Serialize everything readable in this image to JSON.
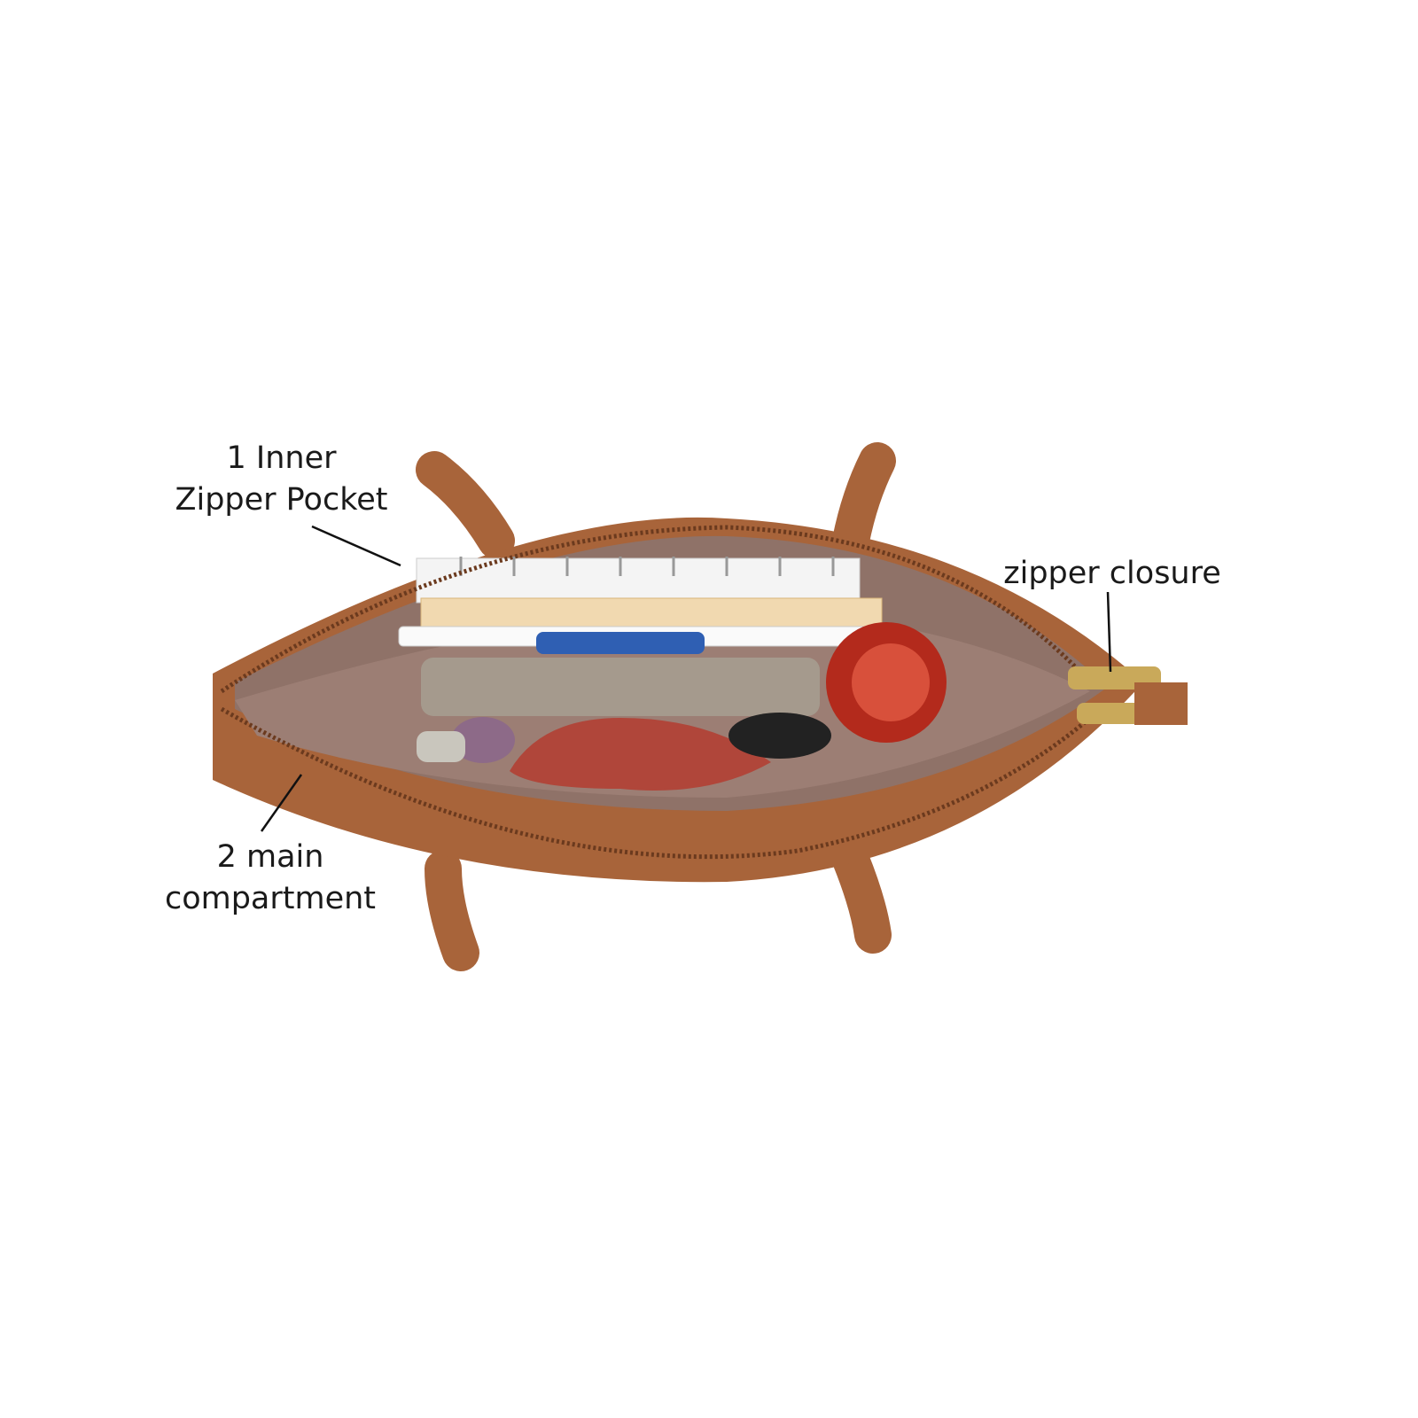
{
  "annotations": {
    "inner_pocket": {
      "line1": "1 Inner",
      "line2": "Zipper Pocket"
    },
    "main_compartment": {
      "line1": "2 main",
      "line2": "compartment"
    },
    "zipper_closure": {
      "text": "zipper closure"
    }
  },
  "colors": {
    "leather": "#a8643a",
    "lining": "#8f7268",
    "text": "#1a1a1a"
  }
}
